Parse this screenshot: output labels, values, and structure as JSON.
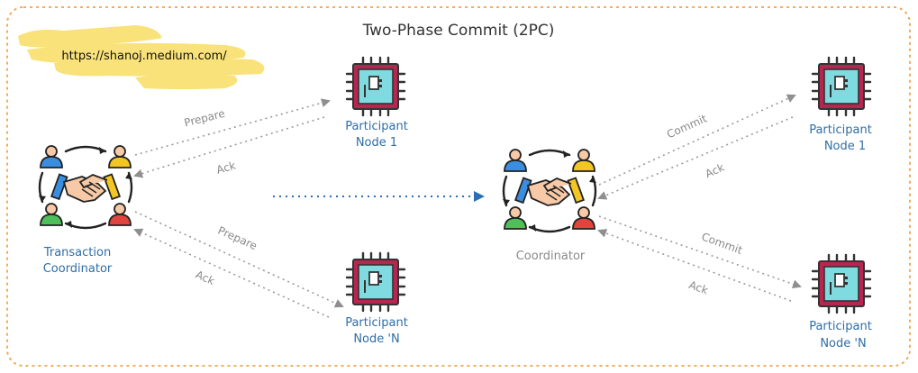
{
  "title": "Two-Phase Commit (2PC)",
  "watermark_url": "https://shanoj.medium.com/",
  "left": {
    "coordinator_label": [
      "Transaction",
      "Coordinator"
    ],
    "participant_1_label": [
      "Participant",
      "Node 1"
    ],
    "participant_n_label": [
      "Participant",
      "Node 'N"
    ],
    "arrow_prepare_top": "Prepare",
    "arrow_ack_top": "Ack",
    "arrow_prepare_bottom": "Prepare",
    "arrow_ack_bottom": "Ack"
  },
  "right": {
    "coordinator_label": "Coordinator",
    "participant_1_label": [
      "Participant",
      "Node 1"
    ],
    "participant_n_label": [
      "Participant",
      "Node 'N"
    ],
    "arrow_commit_top": "Commit",
    "arrow_ack_top": "Ack",
    "arrow_commit_bottom": "Commit",
    "arrow_ack_bottom": "Ack"
  },
  "colors": {
    "frame": "#f0a24a",
    "highlight": "#f6d94d",
    "label_blue": "#2f6ea5",
    "label_gray": "#8a8a8a",
    "arrow_gray": "#9a9a9a",
    "arrow_blue": "#2a6fb6",
    "chip_border": "#b52650",
    "chip_fill": "#7fdbe0"
  },
  "icons": [
    "handshake-team-icon",
    "cpu-chip-icon"
  ]
}
